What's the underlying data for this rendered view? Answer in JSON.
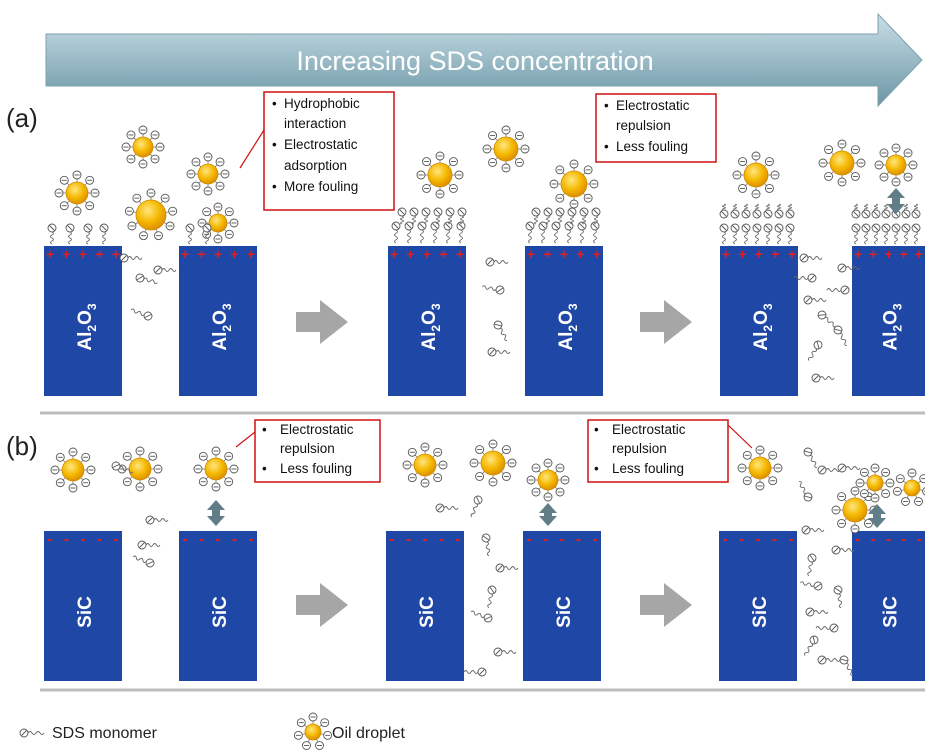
{
  "header": {
    "title": "Increasing SDS concentration"
  },
  "panel_a": {
    "label": "(a)",
    "membrane_label_parts": [
      "Al",
      "2",
      "O",
      "3"
    ],
    "surface_charge": "+",
    "callouts": [
      {
        "lines": [
          "Hydrophobic",
          "interaction",
          "Electrostatic",
          "adsorption",
          "More fouling"
        ]
      },
      {
        "lines": [
          "Electrostatic",
          "repulsion",
          "Less fouling"
        ]
      }
    ]
  },
  "panel_b": {
    "label": "(b)",
    "membrane_label": "SiC",
    "surface_charge": "-",
    "callouts": [
      {
        "lines": [
          "Electrostatic",
          "repulsion",
          "Less fouling"
        ]
      },
      {
        "lines": [
          "Electrostatic",
          "repulsion",
          "Less fouling"
        ]
      }
    ]
  },
  "legend": {
    "monomer_label": "SDS monomer",
    "droplet_label": "Oil droplet"
  },
  "colors": {
    "arrow_fill_top": "#b9d3dd",
    "arrow_fill_bottom": "#6c97a6",
    "membrane": "#1f47a6",
    "charge_red": "#e02020",
    "droplet_core": "#f2b705",
    "callout_border": "#d01010",
    "step_arrow": "#a6a6a6",
    "repulsion_arrow": "#607d88"
  }
}
